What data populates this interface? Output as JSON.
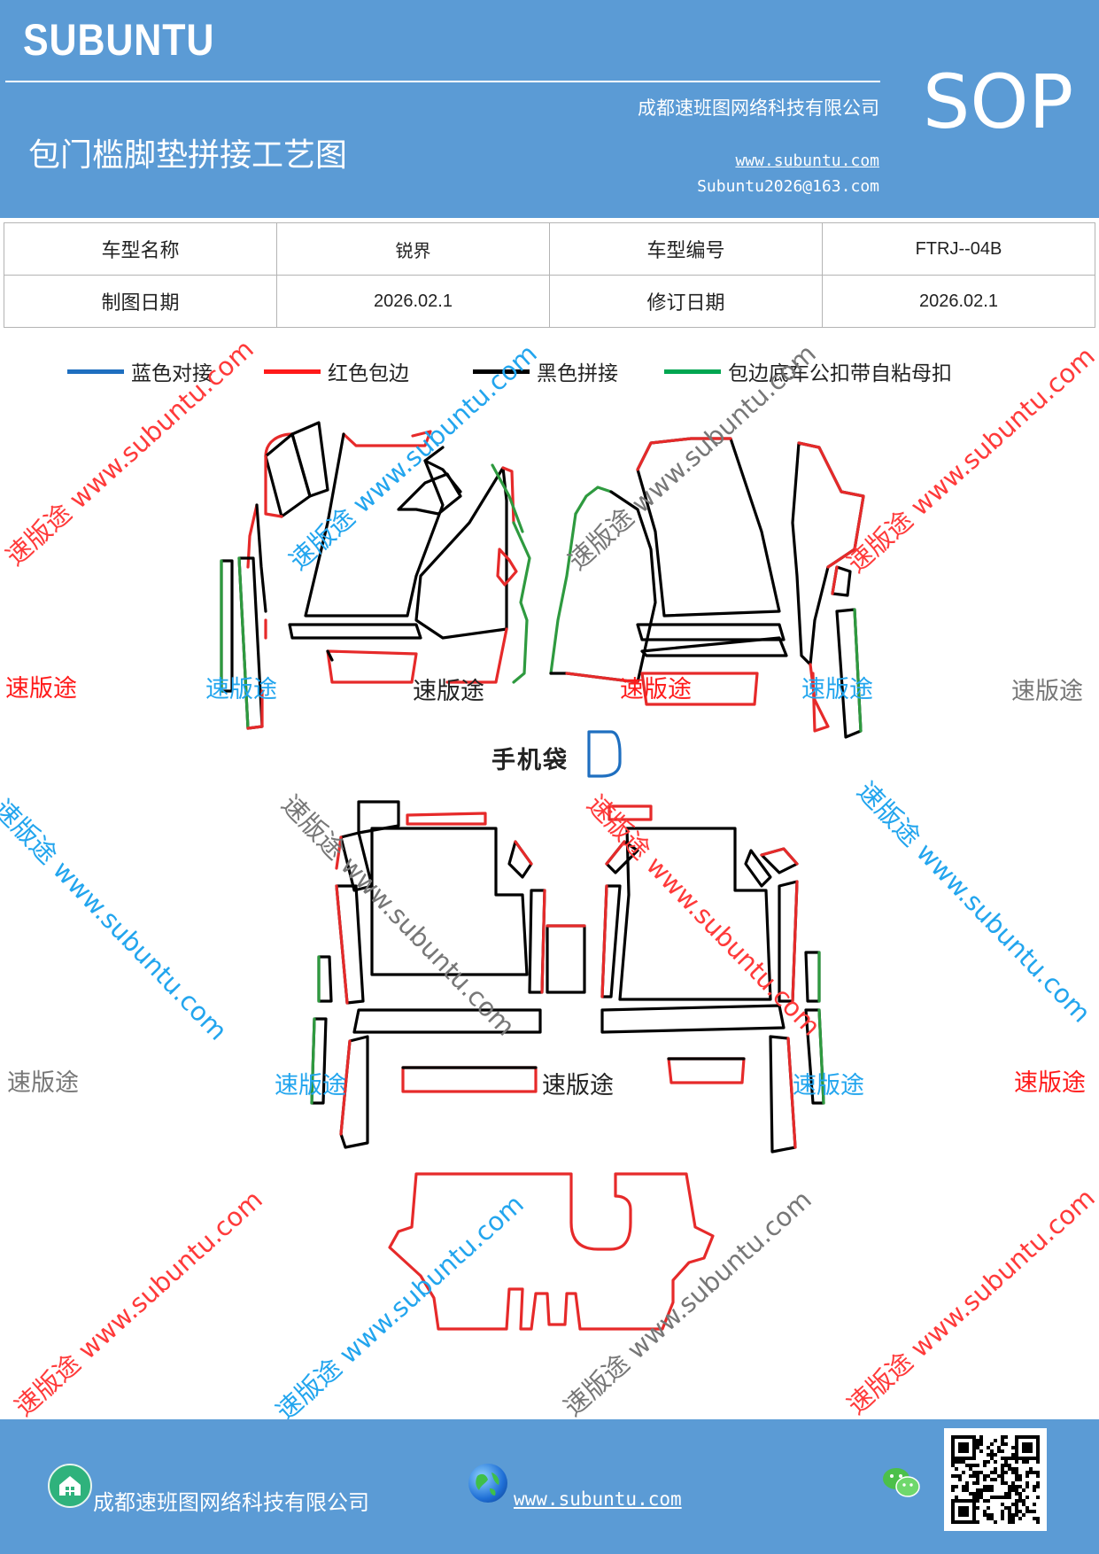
{
  "header": {
    "brand": "SUBUNTU",
    "sop": "SOP",
    "company": "成都速班图网络科技有限公司",
    "title": "包门槛脚垫拼接工艺图",
    "website": "www.subuntu.com",
    "email": "Subuntu2026@163.com"
  },
  "info_table": {
    "model_name_label": "车型名称",
    "model_name": "锐界",
    "model_code_label": "车型编号",
    "model_code": "FTRJ--04B",
    "draw_date_label": "制图日期",
    "draw_date": "2026.02.1",
    "revise_date_label": "修订日期",
    "revise_date": "2026.02.1"
  },
  "legend": [
    {
      "label": "蓝色对接",
      "color": "#1f6fc0"
    },
    {
      "label": "红色包边",
      "color": "#ff1a1a"
    },
    {
      "label": "黑色拼接",
      "color": "#000000"
    },
    {
      "label": "包边底车公扣带自粘母扣",
      "color": "#00a651"
    }
  ],
  "diagram": {
    "phone_bag_label": "手机袋",
    "watermark_cn": "速版途",
    "watermark_long": "速版途 www.subuntu.com",
    "watermark_url": "www.subuntu.com"
  },
  "footer": {
    "company": "成都速班图网络科技有限公司",
    "website": "www.subuntu.com"
  },
  "colors": {
    "header_bg": "#5b9bd5",
    "blue_line": "#1f6fc0",
    "red_line": "#e62a2a",
    "black_line": "#000000",
    "green_line": "#2e9a3f"
  }
}
